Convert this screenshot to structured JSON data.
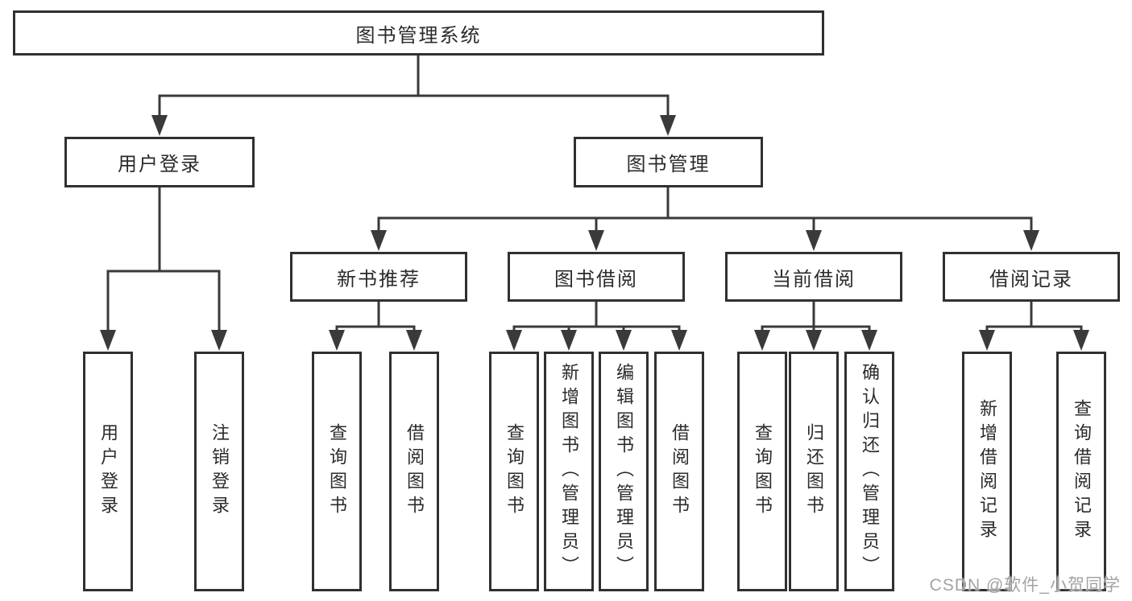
{
  "root": {
    "label": "图书管理系统"
  },
  "level2": [
    {
      "label": "用户登录"
    },
    {
      "label": "图书管理"
    }
  ],
  "level3": [
    {
      "label": "新书推荐"
    },
    {
      "label": "图书借阅"
    },
    {
      "label": "当前借阅"
    },
    {
      "label": "借阅记录"
    }
  ],
  "leaves": [
    {
      "label": "用户登录"
    },
    {
      "label": "注销登录"
    },
    {
      "label": "查询图书"
    },
    {
      "label": "借阅图书"
    },
    {
      "label": "查询图书"
    },
    {
      "label": "新增图书（管理员）"
    },
    {
      "label": "编辑图书（管理员）"
    },
    {
      "label": "借阅图书"
    },
    {
      "label": "查询图书"
    },
    {
      "label": "归还图书"
    },
    {
      "label": "确认归还（管理员）"
    },
    {
      "label": "新增借阅记录"
    },
    {
      "label": "查询借阅记录"
    }
  ],
  "watermark": {
    "text": "CSDN @软件_小贺同学"
  },
  "colors": {
    "line": "#3a3a3a",
    "border": "#303030",
    "text": "#2b2b2b",
    "watermark": "#a3a3a3",
    "background": "#ffffff"
  }
}
